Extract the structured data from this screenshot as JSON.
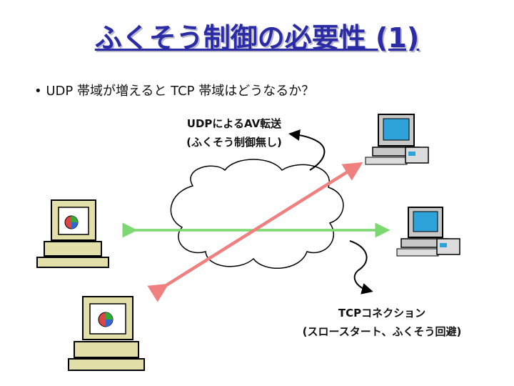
{
  "slide": {
    "title": "ふくそう制御の必要性 (1)",
    "bullet": "• UDP 帯域が増えると TCP 帯域はどうなるか？"
  },
  "labels": {
    "udp_line1": "UDPによるAV転送",
    "udp_line2": "(ふくそう制御無し)",
    "tcp_line1": "TCPコネクション",
    "tcp_line2": "(スロースタート、ふくそう回避)"
  },
  "colors": {
    "title": "#2b2ba6",
    "udp_arrow": "#f08080",
    "tcp_arrow": "#7cd870",
    "monitor_beige": "#e2e0a8",
    "monitor_gray": "#c8c8c8",
    "screen_blue": "#2ea3d9"
  }
}
